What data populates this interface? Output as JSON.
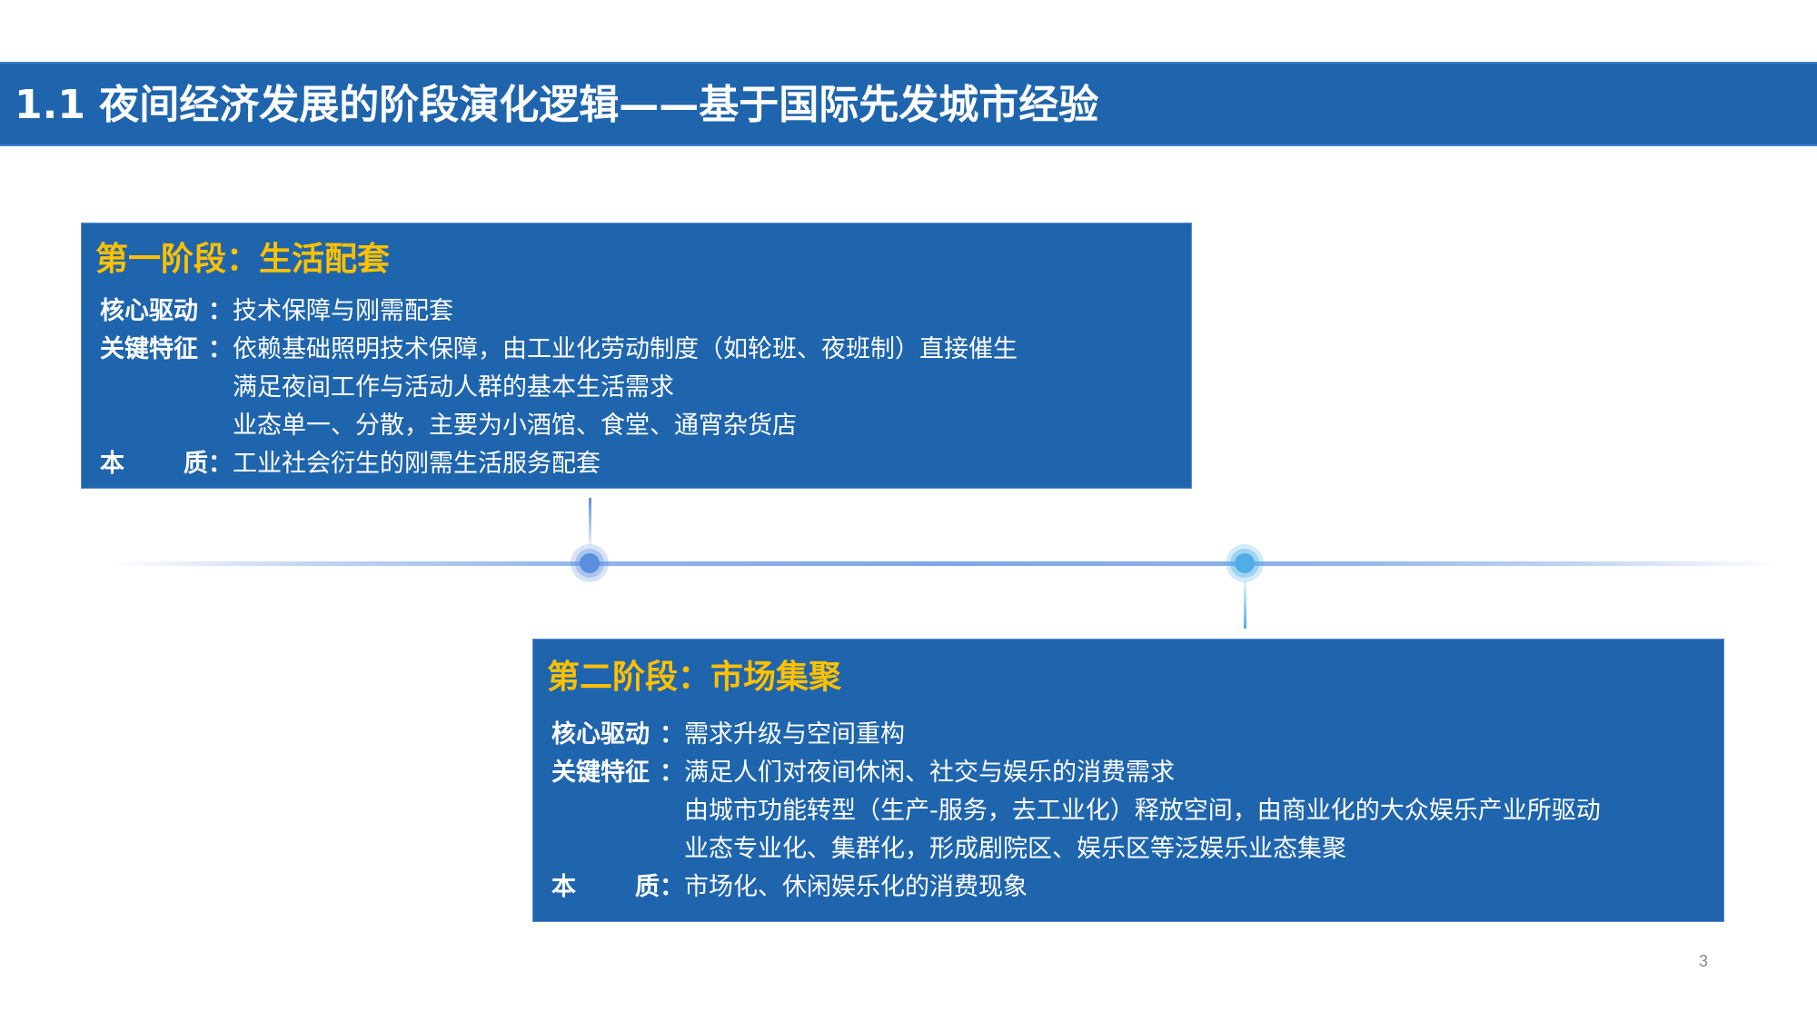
{
  "title": "1.1 夜间经济发展的阶段演化逻辑——基于国际先发城市经验",
  "colors": {
    "title_bar": "#1F65AD",
    "box_background": "#1F65AD",
    "heading": "#FFC000",
    "body_text": "#FFFFFF",
    "timeline": "#8DB3EA",
    "node_1": "#5A8FE0",
    "node_2": "#4FAEE5",
    "page_number": "#8A8A8A"
  },
  "stages": [
    {
      "heading": "第一阶段：生活配套",
      "rows": [
        {
          "label_a": "核心驱动",
          "label_b": "",
          "colon": "：",
          "value": "技术保障与刚需配套"
        },
        {
          "label_a": "关键特征",
          "label_b": "",
          "colon": "：",
          "value": "依赖基础照明技术保障，由工业化劳动制度（如轮班、夜班制）直接催生"
        },
        {
          "label_a": "",
          "label_b": "",
          "colon": "",
          "value": "满足夜间工作与活动人群的基本生活需求"
        },
        {
          "label_a": "",
          "label_b": "",
          "colon": "",
          "value": "业态单一、分散，主要为小酒馆、食堂、通宵杂货店"
        },
        {
          "label_a": "本",
          "label_b": "质",
          "colon": "：",
          "value": "工业社会衍生的刚需生活服务配套"
        }
      ]
    },
    {
      "heading": "第二阶段：市场集聚",
      "rows": [
        {
          "label_a": "核心驱动",
          "label_b": "",
          "colon": "：",
          "value": "需求升级与空间重构"
        },
        {
          "label_a": "关键特征",
          "label_b": "",
          "colon": "：",
          "value": "满足人们对夜间休闲、社交与娱乐的消费需求"
        },
        {
          "label_a": "",
          "label_b": "",
          "colon": "",
          "value": "由城市功能转型（生产-服务，去工业化）释放空间，由商业化的大众娱乐产业所驱动"
        },
        {
          "label_a": "",
          "label_b": "",
          "colon": "",
          "value": "业态专业化、集群化，形成剧院区、娱乐区等泛娱乐业态集聚"
        },
        {
          "label_a": "本",
          "label_b": "质",
          "colon": "：",
          "value": "市场化、休闲娱乐化的消费现象"
        }
      ]
    }
  ],
  "timeline": {
    "nodes": [
      {
        "name": "stage-1-node"
      },
      {
        "name": "stage-2-node"
      }
    ]
  },
  "page_number": "3"
}
